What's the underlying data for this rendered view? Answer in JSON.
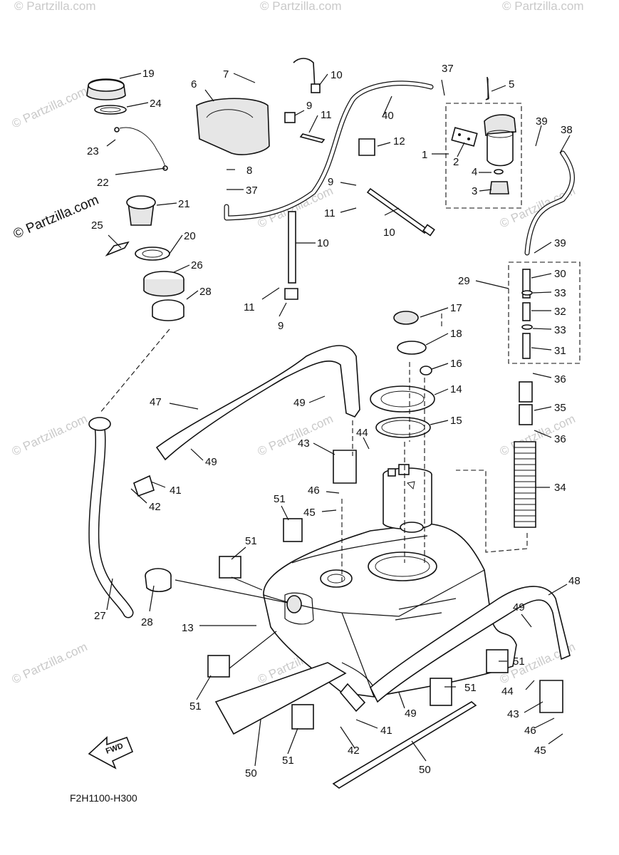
{
  "watermark_text": "© Partzilla.com",
  "brand_text": "© Partzilla.com",
  "diagram_code": "F2H1100-H300",
  "fwd_label": "FWD",
  "callouts": {
    "c1": "1",
    "c2": "2",
    "c3": "3",
    "c4": "4",
    "c5": "5",
    "c6": "6",
    "c7": "7",
    "c8": "8",
    "c9a": "9",
    "c9b": "9",
    "c9c": "9",
    "c10a": "10",
    "c10b": "10",
    "c10c": "10",
    "c11a": "11",
    "c11b": "11",
    "c11c": "11",
    "c12": "12",
    "c13": "13",
    "c14": "14",
    "c15": "15",
    "c16": "16",
    "c17": "17",
    "c18": "18",
    "c19": "19",
    "c20": "20",
    "c21": "21",
    "c22": "22",
    "c23": "23",
    "c24": "24",
    "c25": "25",
    "c26": "26",
    "c27": "27",
    "c28a": "28",
    "c28b": "28",
    "c29": "29",
    "c30": "30",
    "c31": "31",
    "c32": "32",
    "c33a": "33",
    "c33b": "33",
    "c34": "34",
    "c35": "35",
    "c36a": "36",
    "c36b": "36",
    "c37a": "37",
    "c37b": "37",
    "c38": "38",
    "c39a": "39",
    "c39b": "39",
    "c40": "40",
    "c41a": "41",
    "c41b": "41",
    "c42a": "42",
    "c42b": "42",
    "c43a": "43",
    "c43b": "43",
    "c44a": "44",
    "c44b": "44",
    "c45a": "45",
    "c45b": "45",
    "c46a": "46",
    "c46b": "46",
    "c47": "47",
    "c48": "48",
    "c49a": "49",
    "c49b": "49",
    "c49c": "49",
    "c49d": "49",
    "c50a": "50",
    "c50b": "50",
    "c51a": "51",
    "c51b": "51",
    "c51c": "51",
    "c51d": "51",
    "c51e": "51",
    "c51f": "51"
  }
}
